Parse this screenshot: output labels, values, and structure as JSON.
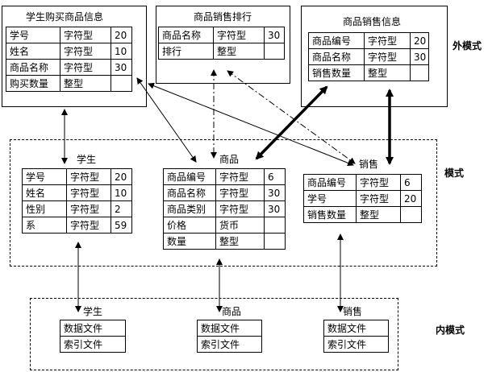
{
  "external": {
    "label": "外模式",
    "purchase": {
      "title": "学生购买商品信息",
      "rows": [
        [
          "学号",
          "字符型",
          "20"
        ],
        [
          "姓名",
          "字符型",
          "10"
        ],
        [
          "商品名称",
          "字符型",
          "30"
        ],
        [
          "购买数量",
          "整型",
          ""
        ]
      ]
    },
    "ranking": {
      "title": "商品销售排行",
      "rows": [
        [
          "商品名称",
          "字符型",
          "30"
        ],
        [
          "排行",
          "整型",
          ""
        ]
      ]
    },
    "salesinfo": {
      "title": "商品销售信息",
      "rows": [
        [
          "商品编号",
          "字符型",
          "20"
        ],
        [
          "商品名称",
          "字符型",
          "30"
        ],
        [
          "销售数量",
          "整型",
          ""
        ]
      ]
    }
  },
  "schema": {
    "label": "模式",
    "student": {
      "title": "学生",
      "rows": [
        [
          "学号",
          "字符型",
          "20"
        ],
        [
          "姓名",
          "字符型",
          "10"
        ],
        [
          "性别",
          "字符型",
          "2"
        ],
        [
          "系",
          "字符型",
          "59"
        ]
      ]
    },
    "product": {
      "title": "商品",
      "rows": [
        [
          "商品编号",
          "字符型",
          "6"
        ],
        [
          "商品名称",
          "字符型",
          "30"
        ],
        [
          "商品类别",
          "字符型",
          "30"
        ],
        [
          "价格",
          "货币",
          ""
        ],
        [
          "数量",
          "整型",
          ""
        ]
      ]
    },
    "sales": {
      "title": "销售",
      "rows": [
        [
          "商品编号",
          "字符型",
          "6"
        ],
        [
          "学号",
          "字符型",
          "20"
        ],
        [
          "销售数量",
          "整型",
          ""
        ]
      ]
    }
  },
  "internal": {
    "label": "内模式",
    "student": {
      "title": "学生",
      "files": [
        "数据文件",
        "索引文件"
      ]
    },
    "product": {
      "title": "商品",
      "files": [
        "数据文件",
        "索引文件"
      ]
    },
    "sales": {
      "title": "销售",
      "files": [
        "数据文件",
        "索引文件"
      ]
    }
  }
}
